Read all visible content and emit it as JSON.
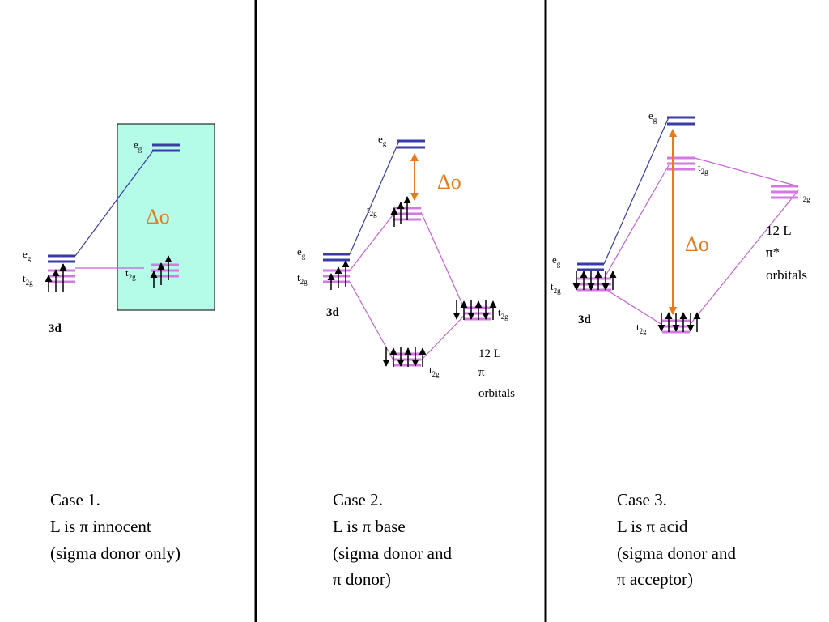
{
  "colors": {
    "eg_level": "#3a3aa8",
    "t2g_level": "#d27ae0",
    "connector_eg": "#3a3aa8",
    "connector_t2g": "#c860d8",
    "delta": "#e87a1e",
    "box_fill": "#b4fbe8",
    "divider": "#000000"
  },
  "labels": {
    "eg_main": "e",
    "eg_sub": "g",
    "t2g_main": "t",
    "t2g_sub": "2g",
    "three_d": "3d",
    "delta_o": "Δo"
  },
  "case1": {
    "caption": [
      "Case 1.",
      "L is π innocent",
      "(sigma donor only)"
    ]
  },
  "case2": {
    "ligand_note": [
      "12 L",
      "π",
      "orbitals"
    ],
    "caption": [
      "Case 2.",
      "L is π base",
      "(sigma donor and",
      "π donor)"
    ]
  },
  "case3": {
    "ligand_note": [
      "12 L",
      "π*",
      "orbitals"
    ],
    "caption": [
      "Case 3.",
      "L is π acid",
      "(sigma donor and",
      "π acceptor)"
    ]
  }
}
